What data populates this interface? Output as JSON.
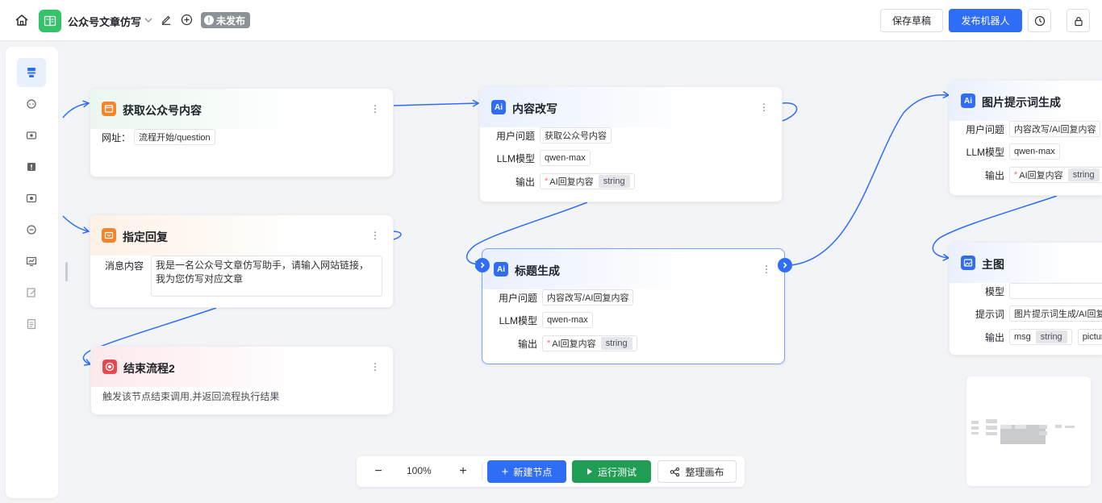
{
  "topbar": {
    "app_title": "公众号文章仿写",
    "status_badge": "未发布",
    "save_label": "保存草稿",
    "publish_label": "发布机器人"
  },
  "nodes": {
    "fetch": {
      "title": "获取公众号内容",
      "url_label": "网址：",
      "url_value": "流程开始/question"
    },
    "reply": {
      "title": "指定回复",
      "msg_label": "消息内容",
      "msg_value": "我是一名公众号文章仿写助手，请输入网站链接，我为您仿写对应文章"
    },
    "end": {
      "title": "结束流程2",
      "desc": "触发该节点结束调用,并返回流程执行结果"
    },
    "rewrite": {
      "title": "内容改写",
      "q_label": "用户问题",
      "q_value": "获取公众号内容",
      "llm_label": "LLM模型",
      "llm_value": "qwen-max",
      "out_label": "输出",
      "out_req": "*",
      "out_value": "AI回复内容",
      "out_type": "string"
    },
    "titlegen": {
      "title": "标题生成",
      "q_label": "用户问题",
      "q_value": "内容改写/AI回复内容",
      "llm_label": "LLM模型",
      "llm_value": "qwen-max",
      "out_label": "输出",
      "out_req": "*",
      "out_value": "AI回复内容",
      "out_type": "string"
    },
    "imgprompt": {
      "title": "图片提示词生成",
      "q_label": "用户问题",
      "q_value": "内容改写/AI回复内容",
      "llm_label": "LLM模型",
      "llm_value": "qwen-max",
      "out_label": "输出",
      "out_req": "*",
      "out_value": "AI回复内容",
      "out_type": "string"
    },
    "mainimg": {
      "title": "主图",
      "model_label": "模型",
      "model_value": "",
      "prompt_label": "提示词",
      "prompt_value": "图片提示词生成/AI回复",
      "out_label": "输出",
      "out1_value": "msg",
      "out1_type": "string",
      "out2_value": "pictur"
    }
  },
  "bottom_toolbar": {
    "zoom": "100%",
    "new_node_label": "新建节点",
    "run_test_label": "运行测试",
    "arrange_label": "整理画布"
  },
  "colors": {
    "primary": "#2f6df6",
    "success": "#1f9d55",
    "logo": "#34c26b",
    "fetch_icon": "#f2862d",
    "reply_icon": "#f2862d",
    "end_icon": "#e5484d",
    "ai_icon": "#2f6df6"
  }
}
